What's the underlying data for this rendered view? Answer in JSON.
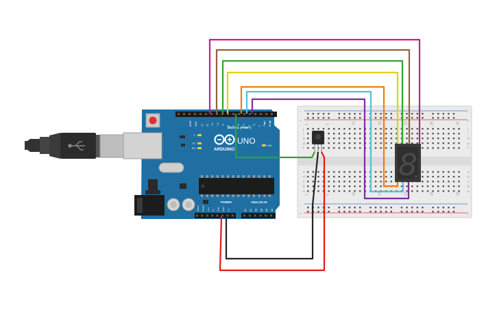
{
  "board": {
    "brand": "ARDUINO",
    "model": "UNO",
    "digital_label": "DIGITAL (PWM~)",
    "power_label": "POWER",
    "analog_label": "ANALOG IN",
    "on_label": "ON",
    "led_l": "L",
    "led_tx": "TX",
    "led_rx": "RX",
    "aref": "AREF",
    "gnd": "GND",
    "digital_pins": [
      "13",
      "12",
      "~11",
      "~10",
      "~9",
      "8",
      "7",
      "~6",
      "~5",
      "4",
      "~3",
      "2",
      "TX▶1",
      "RX◀0"
    ],
    "power_pins": [
      "IOREF",
      "RESET",
      "3.3V",
      "5V",
      "GND",
      "GND",
      "Vin"
    ],
    "analog_pins": [
      "A0",
      "A1",
      "A2",
      "A3",
      "A4",
      "A5"
    ]
  },
  "breadboard": {
    "rows_top": [
      "a",
      "b",
      "c",
      "d",
      "e"
    ],
    "rows_bottom": [
      "f",
      "g",
      "h",
      "i",
      "j"
    ],
    "column_numbers": [
      "1",
      "5",
      "10",
      "15",
      "20",
      "25",
      "30"
    ],
    "plus": "+",
    "minus": "-"
  },
  "display": {
    "digit": "8"
  },
  "colors": {
    "board": "#1f6fa3",
    "breadboard": "#ebebeb",
    "wire_magenta": "#c21c90",
    "wire_brown": "#94603a",
    "wire_green": "#2fa52f",
    "wire_yellow": "#e6cf12",
    "wire_orange": "#ee7c0c",
    "wire_cyan": "#54bfd9",
    "wire_purple": "#7a2e9c",
    "wire_red": "#e01818",
    "wire_black": "#222222"
  }
}
